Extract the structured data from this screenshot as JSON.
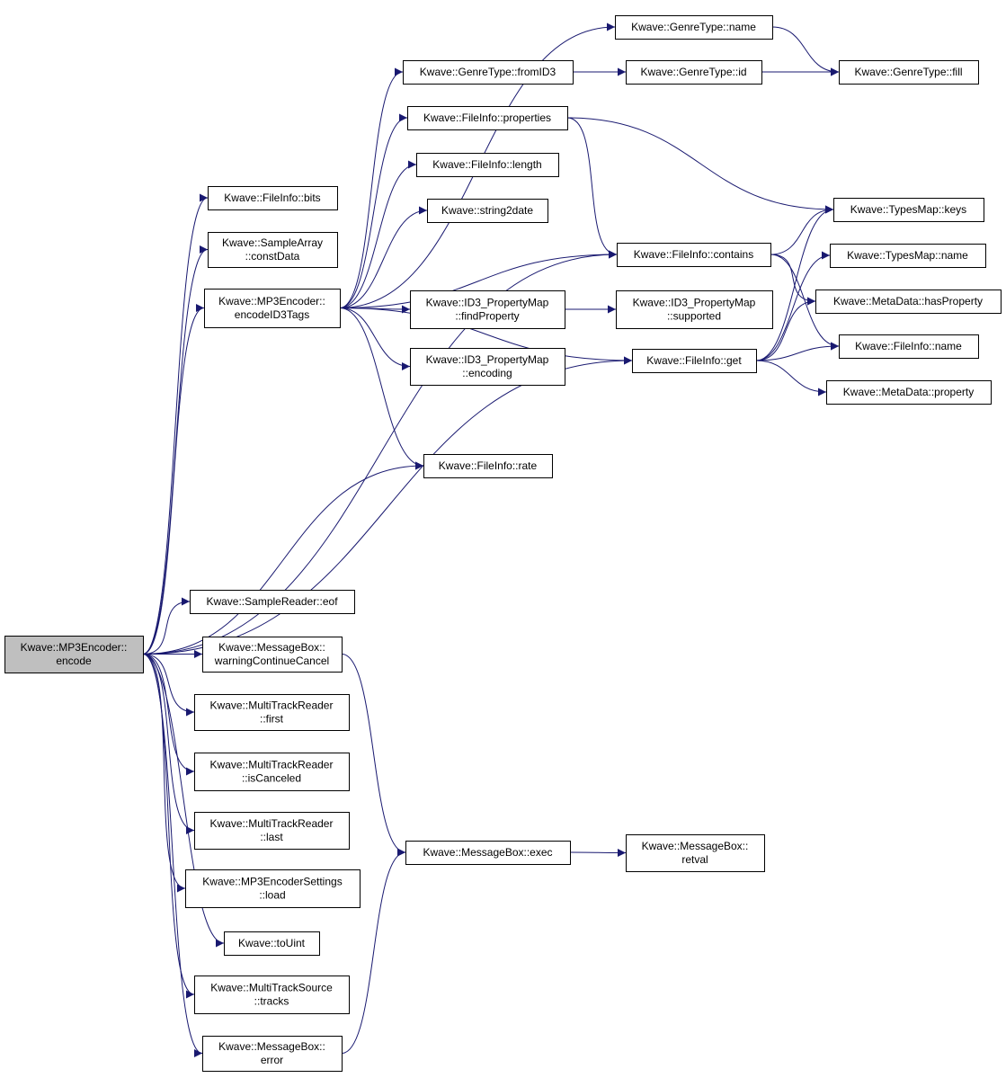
{
  "graph": {
    "nodes": [
      {
        "id": "encode",
        "lines": [
          "Kwave::MP3Encoder::",
          "encode"
        ],
        "root": true
      },
      {
        "id": "encodeID3Tags",
        "lines": [
          "Kwave::MP3Encoder::",
          "encodeID3Tags"
        ]
      },
      {
        "id": "bits",
        "lines": [
          "Kwave::FileInfo::bits"
        ]
      },
      {
        "id": "constData",
        "lines": [
          "Kwave::SampleArray",
          "::constData"
        ]
      },
      {
        "id": "eof",
        "lines": [
          "Kwave::SampleReader::eof"
        ]
      },
      {
        "id": "warningContinueCancel",
        "lines": [
          "Kwave::MessageBox::",
          "warningContinueCancel"
        ]
      },
      {
        "id": "first",
        "lines": [
          "Kwave::MultiTrackReader",
          "::first"
        ]
      },
      {
        "id": "isCanceled",
        "lines": [
          "Kwave::MultiTrackReader",
          "::isCanceled"
        ]
      },
      {
        "id": "last",
        "lines": [
          "Kwave::MultiTrackReader",
          "::last"
        ]
      },
      {
        "id": "load",
        "lines": [
          "Kwave::MP3EncoderSettings",
          "::load"
        ]
      },
      {
        "id": "toUint",
        "lines": [
          "Kwave::toUint"
        ]
      },
      {
        "id": "tracks",
        "lines": [
          "Kwave::MultiTrackSource",
          "::tracks"
        ]
      },
      {
        "id": "error",
        "lines": [
          "Kwave::MessageBox::",
          "error"
        ]
      },
      {
        "id": "fromID3",
        "lines": [
          "Kwave::GenreType::fromID3"
        ]
      },
      {
        "id": "properties",
        "lines": [
          "Kwave::FileInfo::properties"
        ]
      },
      {
        "id": "length",
        "lines": [
          "Kwave::FileInfo::length"
        ]
      },
      {
        "id": "string2date",
        "lines": [
          "Kwave::string2date"
        ]
      },
      {
        "id": "findProperty",
        "lines": [
          "Kwave::ID3_PropertyMap",
          "::findProperty"
        ]
      },
      {
        "id": "encoding",
        "lines": [
          "Kwave::ID3_PropertyMap",
          "::encoding"
        ]
      },
      {
        "id": "rate",
        "lines": [
          "Kwave::FileInfo::rate"
        ]
      },
      {
        "id": "exec",
        "lines": [
          "Kwave::MessageBox::exec"
        ]
      },
      {
        "id": "genreName",
        "lines": [
          "Kwave::GenreType::name"
        ]
      },
      {
        "id": "genreId",
        "lines": [
          "Kwave::GenreType::id"
        ]
      },
      {
        "id": "contains",
        "lines": [
          "Kwave::FileInfo::contains"
        ]
      },
      {
        "id": "supported",
        "lines": [
          "Kwave::ID3_PropertyMap",
          "::supported"
        ]
      },
      {
        "id": "get",
        "lines": [
          "Kwave::FileInfo::get"
        ]
      },
      {
        "id": "retval",
        "lines": [
          "Kwave::MessageBox::",
          "retval"
        ]
      },
      {
        "id": "fill",
        "lines": [
          "Kwave::GenreType::fill"
        ]
      },
      {
        "id": "keys",
        "lines": [
          "Kwave::TypesMap::keys"
        ]
      },
      {
        "id": "typesName",
        "lines": [
          "Kwave::TypesMap::name"
        ]
      },
      {
        "id": "hasProperty",
        "lines": [
          "Kwave::MetaData::hasProperty"
        ]
      },
      {
        "id": "fileInfoName",
        "lines": [
          "Kwave::FileInfo::name"
        ]
      },
      {
        "id": "mdProperty",
        "lines": [
          "Kwave::MetaData::property"
        ]
      }
    ],
    "edges": [
      [
        "encode",
        "encodeID3Tags"
      ],
      [
        "encode",
        "bits"
      ],
      [
        "encode",
        "constData"
      ],
      [
        "encode",
        "rate"
      ],
      [
        "encode",
        "contains"
      ],
      [
        "encode",
        "get"
      ],
      [
        "encode",
        "eof"
      ],
      [
        "encode",
        "warningContinueCancel"
      ],
      [
        "encode",
        "first"
      ],
      [
        "encode",
        "isCanceled"
      ],
      [
        "encode",
        "last"
      ],
      [
        "encode",
        "load"
      ],
      [
        "encode",
        "toUint"
      ],
      [
        "encode",
        "tracks"
      ],
      [
        "encode",
        "error"
      ],
      [
        "encodeID3Tags",
        "genreName"
      ],
      [
        "encodeID3Tags",
        "fromID3"
      ],
      [
        "encodeID3Tags",
        "properties"
      ],
      [
        "encodeID3Tags",
        "length"
      ],
      [
        "encodeID3Tags",
        "string2date"
      ],
      [
        "encodeID3Tags",
        "contains"
      ],
      [
        "encodeID3Tags",
        "findProperty"
      ],
      [
        "encodeID3Tags",
        "encoding"
      ],
      [
        "encodeID3Tags",
        "get"
      ],
      [
        "encodeID3Tags",
        "rate"
      ],
      [
        "fromID3",
        "genreId"
      ],
      [
        "fromID3",
        "fill"
      ],
      [
        "genreName",
        "fill"
      ],
      [
        "genreId",
        "fill"
      ],
      [
        "properties",
        "keys"
      ],
      [
        "properties",
        "contains"
      ],
      [
        "findProperty",
        "supported"
      ],
      [
        "contains",
        "keys"
      ],
      [
        "contains",
        "hasProperty"
      ],
      [
        "contains",
        "fileInfoName"
      ],
      [
        "get",
        "keys"
      ],
      [
        "get",
        "typesName"
      ],
      [
        "get",
        "hasProperty"
      ],
      [
        "get",
        "fileInfoName"
      ],
      [
        "get",
        "mdProperty"
      ],
      [
        "warningContinueCancel",
        "exec"
      ],
      [
        "error",
        "exec"
      ],
      [
        "exec",
        "retval"
      ]
    ],
    "colors": {
      "edge": "#191970",
      "root_fill": "#bfbfbf",
      "node_fill": "#ffffff",
      "border": "#000000"
    }
  }
}
